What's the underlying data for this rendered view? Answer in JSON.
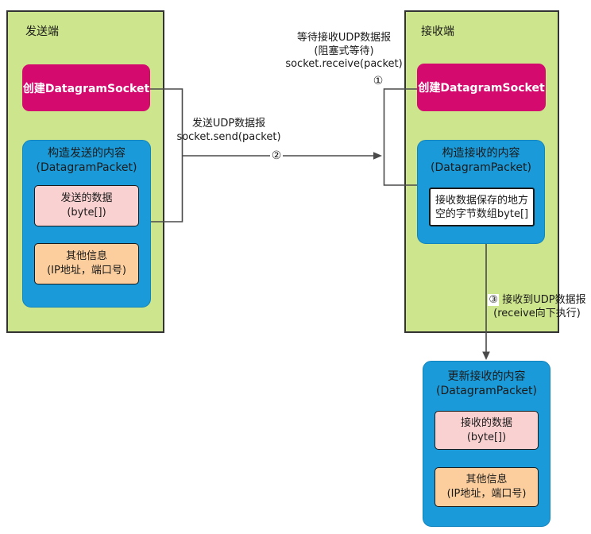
{
  "colors": {
    "background": "#ffffff",
    "group_fill": "#cde58c",
    "group_border": "#333333",
    "socket_fill": "#d40a6e",
    "socket_text": "#ffffff",
    "packet_fill": "#1a9ad8",
    "packet_border": "#1284bd",
    "data_fill": "#fad1d1",
    "info_fill": "#fcce9d",
    "inner_border": "#1a1a1a",
    "buffer_fill": "#ffffff",
    "line": "#4a4a4a",
    "text": "#1a1a1a"
  },
  "sender": {
    "label": "发送端",
    "create_socket": "创建DatagramSocket",
    "packet": {
      "title_line1": "构造发送的内容",
      "title_line2": "(DatagramPacket)",
      "data": {
        "line1": "发送的数据",
        "line2": "(byte[])"
      },
      "info": {
        "line1": "其他信息",
        "line2": "(IP地址，端口号)"
      }
    }
  },
  "receiver": {
    "label": "接收端",
    "create_socket": "创建DatagramSocket",
    "packet": {
      "title_line1": "构造接收的内容",
      "title_line2": "(DatagramPacket)",
      "buffer": {
        "line1": "接收数据保存的地方",
        "line2": "空的字节数组byte[]"
      }
    }
  },
  "result": {
    "packet": {
      "title_line1": "更新接收的内容",
      "title_line2": "(DatagramPacket)",
      "data": {
        "line1": "接收的数据",
        "line2": "(byte[])"
      },
      "info": {
        "line1": "其他信息",
        "line2": "(IP地址，端口号)"
      }
    }
  },
  "labels": {
    "receive_wait": {
      "line1": "等待接收UDP数据报",
      "line2": "(阻塞式等待)",
      "line3": "socket.receive(packet)",
      "step": "①"
    },
    "send": {
      "line1": "发送UDP数据报",
      "line2": "socket.send(packet)",
      "step": "②"
    },
    "receive_done": {
      "step": "③",
      "line1": "接收到UDP数据报",
      "line2": "(receive向下执行)"
    }
  }
}
